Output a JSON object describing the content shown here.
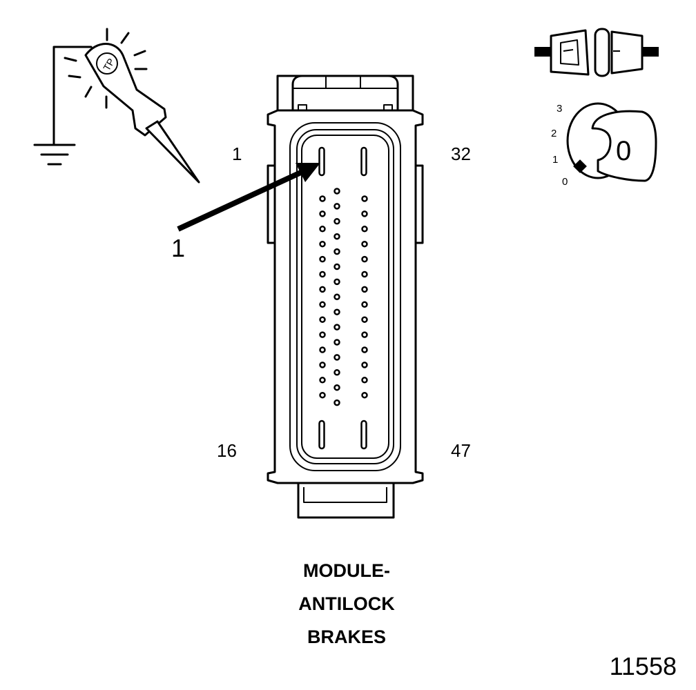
{
  "connector": {
    "pin_labels": {
      "top_left": "1",
      "top_right": "32",
      "bottom_left": "16",
      "bottom_right": "47"
    },
    "callout_number": "1"
  },
  "ignition_key": {
    "positions": [
      "3",
      "2",
      "1",
      "0"
    ],
    "key_face_label": "0"
  },
  "title_lines": [
    "MODULE-",
    "ANTILOCK",
    "BRAKES"
  ],
  "figure_number": "11558"
}
